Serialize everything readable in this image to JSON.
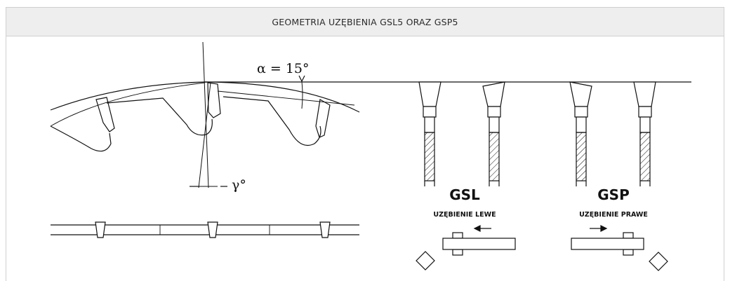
{
  "header": {
    "title": "GEOMETRIA UZĘBIENIA GSL5 ORAZ GSP5"
  },
  "diagram": {
    "alpha_label": "α = 15°",
    "gamma_label": "γ°",
    "gsl": {
      "code": "GSL",
      "caption": "UZĘBIENIE LEWE"
    },
    "gsp": {
      "code": "GSP",
      "caption": "UZĘBIENIE PRAWE"
    }
  }
}
